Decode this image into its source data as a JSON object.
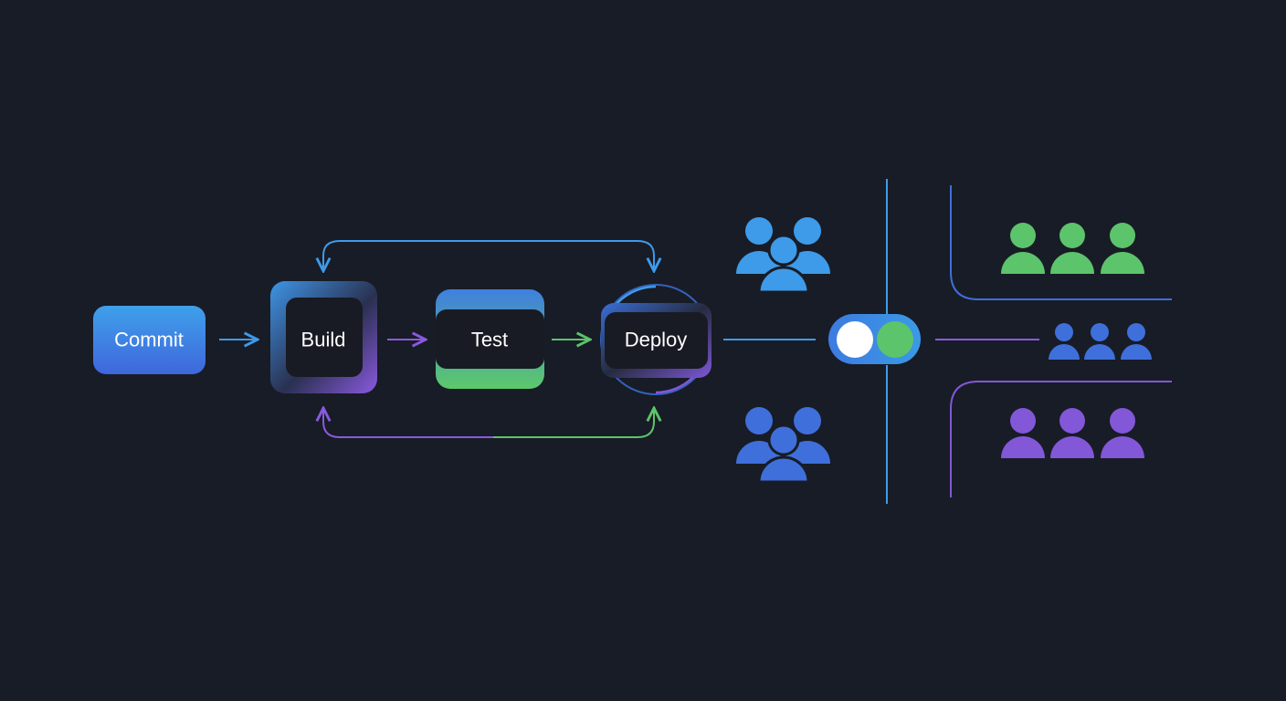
{
  "pipeline": {
    "stages": [
      {
        "id": "commit",
        "label": "Commit"
      },
      {
        "id": "build",
        "label": "Build"
      },
      {
        "id": "test",
        "label": "Test"
      },
      {
        "id": "deploy",
        "label": "Deploy"
      }
    ]
  },
  "feature_toggle": {
    "state": "on"
  },
  "colors": {
    "background": "#181c26",
    "blue": "#3d9be9",
    "royal_blue": "#3f6fdb",
    "purple": "#8257d8",
    "green": "#5cc46b",
    "node_dark": "#181b24"
  },
  "icons": {
    "audience_groups": [
      "users-group-icon",
      "users-group-icon"
    ],
    "target_segments": [
      "users-segment-icon",
      "users-segment-icon",
      "users-segment-icon"
    ]
  }
}
